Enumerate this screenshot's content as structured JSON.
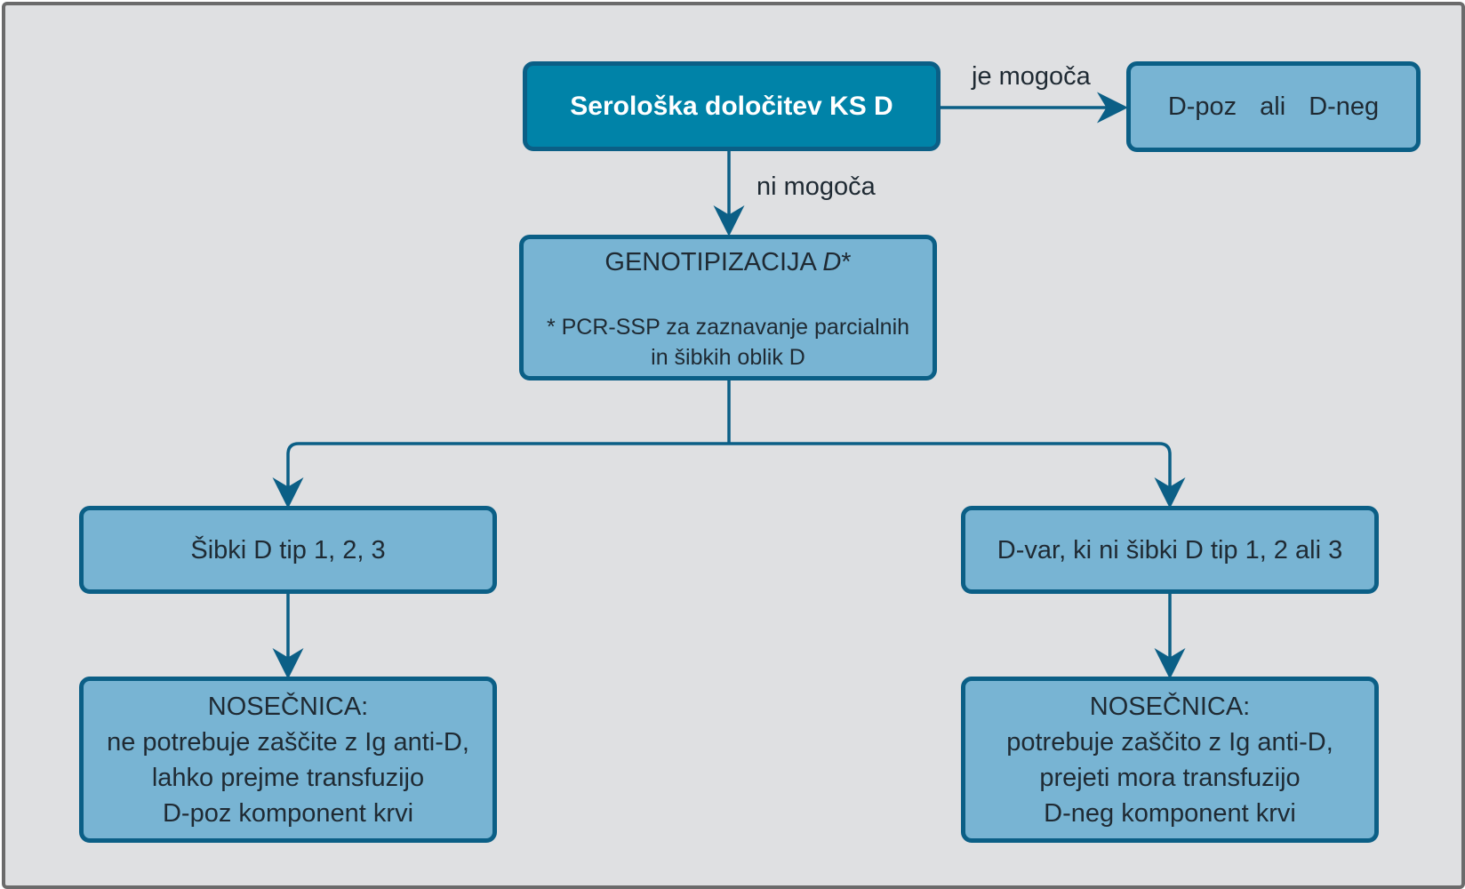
{
  "nodes": {
    "serology": {
      "label": "Serološka določitev KS D"
    },
    "result": {
      "part1": "D-poz",
      "part2": "ali",
      "part3": "D-neg"
    },
    "genotyping": {
      "title": "GENOTIPIZACIJA",
      "title_italic": "D",
      "title_suffix": "*",
      "note_line1": "* PCR-SSP za zaznavanje parcialnih",
      "note_line2": "in šibkih oblik D"
    },
    "weak_d": {
      "label": "Šibki D tip 1, 2, 3"
    },
    "d_var": {
      "label": "D-var, ki ni šibki D tip 1, 2 ali 3"
    },
    "outcome_left": {
      "line1": "NOSEČNICA:",
      "line2": "ne potrebuje zaščite z Ig anti-D,",
      "line3": "lahko prejme transfuzijo",
      "line4": "D-poz komponent krvi"
    },
    "outcome_right": {
      "line1": "NOSEČNICA:",
      "line2": "potrebuje zaščito z Ig anti-D,",
      "line3": "prejeti mora transfuzijo",
      "line4": "D-neg komponent krvi"
    }
  },
  "edges": {
    "possible": "je mogoča",
    "not_possible": "ni mogoča"
  },
  "colors": {
    "background": "#dfe0e2",
    "frame": "#6b6b6b",
    "box_fill": "#78b4d3",
    "box_border": "#0b5f86",
    "header_fill": "#0083a8",
    "connector": "#0b5f86"
  }
}
